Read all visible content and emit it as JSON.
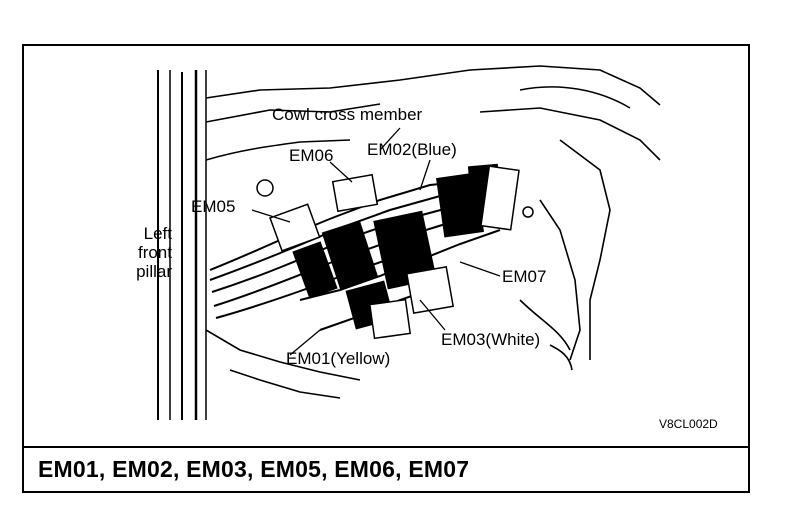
{
  "diagram": {
    "labels": {
      "cowl_cross_member": "Cowl cross member",
      "em06": "EM06",
      "em02": "EM02(Blue)",
      "em05": "EM05",
      "left_front_pillar_line1": "Left",
      "left_front_pillar_line2": "front",
      "left_front_pillar_line3": "pillar",
      "em07": "EM07",
      "em03": "EM03(White)",
      "em01": "EM01(Yellow)"
    },
    "figure_code": "V8CL002D"
  },
  "caption": "EM01, EM02, EM03, EM05, EM06, EM07"
}
